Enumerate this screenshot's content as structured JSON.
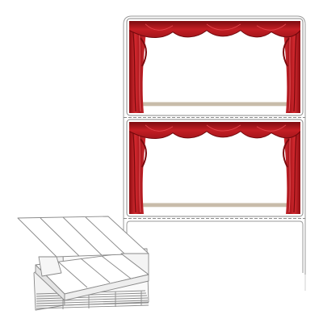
{
  "labels": [
    {
      "theme": "theater-curtain",
      "curtain_color": "#c41e24",
      "stage_floor_color": "#c8bcaa"
    },
    {
      "theme": "theater-curtain",
      "curtain_color": "#c41e24",
      "stage_floor_color": "#c8bcaa"
    }
  ],
  "colors": {
    "sheet_stroke": "#9a9a9a",
    "perforation": "#8a8a8a",
    "curtain_dark": "#8e0f14",
    "curtain_mid": "#c41e24",
    "curtain_light": "#e0444a",
    "stage_floor": "#c8bcaa"
  },
  "illustration": {
    "type": "fanfold-label-stack",
    "blank_label_after_printed": true
  }
}
